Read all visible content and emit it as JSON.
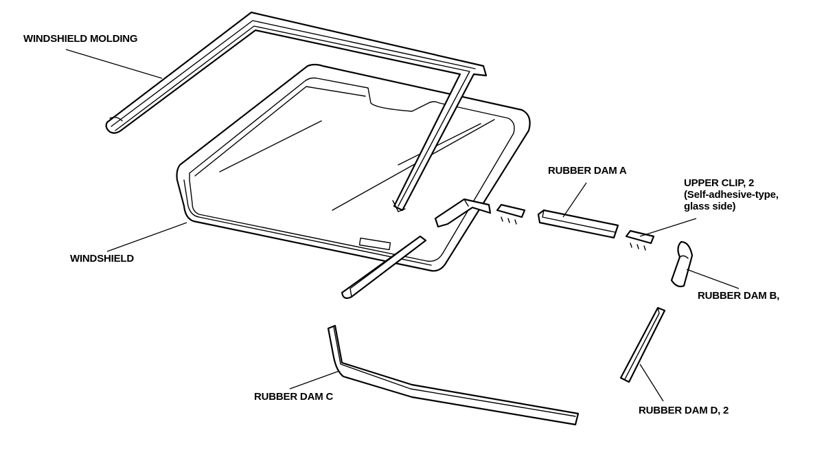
{
  "labels": {
    "windshield_molding": "WINDSHIELD MOLDING",
    "windshield": "WINDSHIELD",
    "rubber_dam_a": "RUBBER DAM A",
    "upper_clip": "UPPER CLIP, 2\n(Self-adhesive-type,\nglass side)",
    "rubber_dam_b": "RUBBER DAM B,",
    "rubber_dam_c": "RUBBER DAM C",
    "rubber_dam_d": "RUBBER DAM D, 2"
  }
}
